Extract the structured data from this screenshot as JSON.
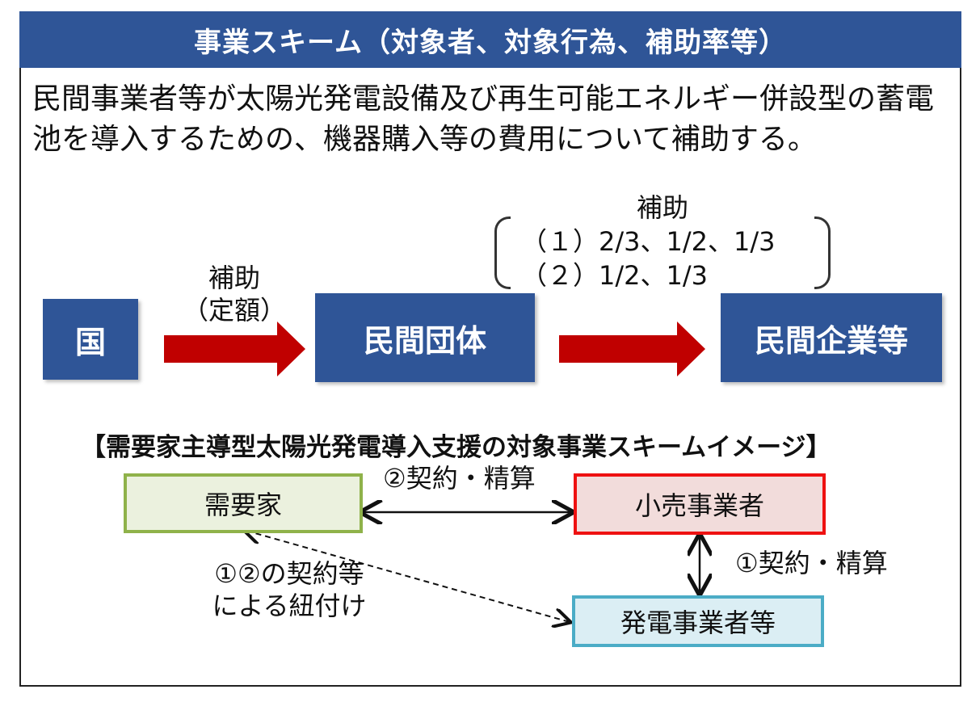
{
  "header": {
    "title": "事業スキーム（対象者、対象行為、補助率等）"
  },
  "intro": {
    "text": "民間事業者等が太陽光発電設備及び再生可能エネルギー併設型の蓄電池を導入するための、機器購入等の費用について補助する。"
  },
  "flow": {
    "node_country": "国",
    "node_private_org": "民間団体",
    "node_private_company": "民間企業等",
    "arrow1_label_line1": "補助",
    "arrow1_label_line2": "（定額）",
    "subsidy_label": "補助",
    "rate_line1": "（１）2/3、1/2、1/3",
    "rate_line2": "（２）1/2、1/3",
    "arrow_color": "#c00000",
    "box_color": "#2f5597"
  },
  "scheme": {
    "title": "【需要家主導型太陽光発電導入支援の対象事業スキームイメージ】",
    "consumer": "需要家",
    "retailer": "小売事業者",
    "generator": "発電事業者等",
    "contract2": "②契約・精算",
    "contract1": "①契約・精算",
    "link_line1": "①②の契約等",
    "link_line2": "による紐付け",
    "consumer_border": "#8fb24a",
    "retailer_border": "#ee1111",
    "generator_border": "#4bacc6"
  }
}
